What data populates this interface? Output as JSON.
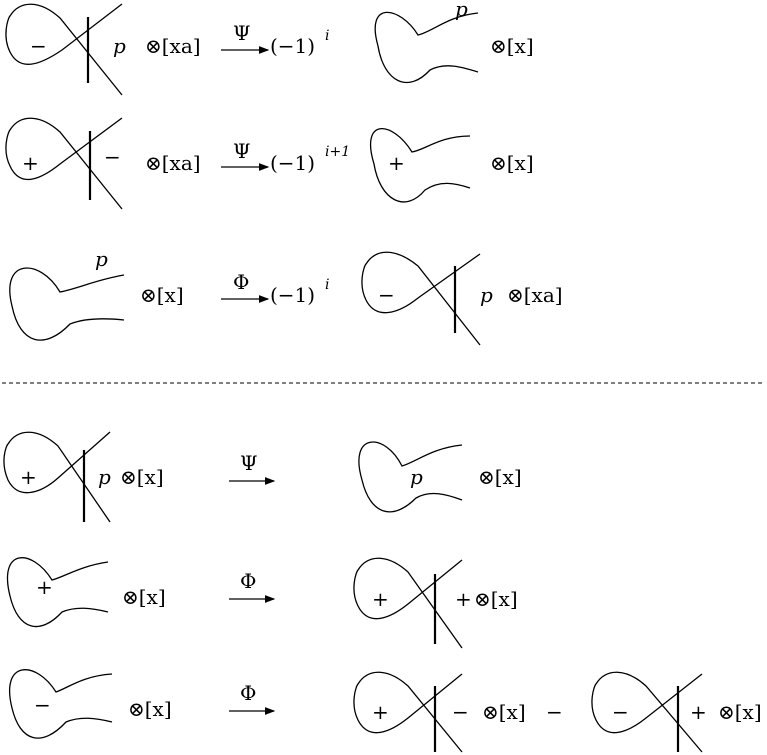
{
  "rows": [
    {
      "left_label": "−",
      "left_strand": "p",
      "left_tensor": "⊗[xa]",
      "map": "Ψ",
      "sign_base": "(−1)",
      "sign_exp": "i",
      "right_label": "p",
      "right_tensor": "⊗[x]"
    },
    {
      "left_label": "+",
      "left_strand": "−",
      "left_tensor": "⊗[xa]",
      "map": "Ψ",
      "sign_base": "(−1)",
      "sign_exp": "i+1",
      "right_label": "+",
      "right_tensor": "⊗[x]"
    },
    {
      "left_label": "p",
      "left_tensor": "⊗[x]",
      "map": "Φ",
      "sign_base": "(−1)",
      "sign_exp": "i",
      "right_label": "−",
      "right_strand": "p",
      "right_tensor": "⊗[xa]"
    },
    {
      "left_label": "+",
      "left_strand": "p",
      "left_tensor": "⊗[x]",
      "map": "Ψ",
      "right_label": "p",
      "right_tensor": "⊗[x]"
    },
    {
      "left_label": "+",
      "left_tensor": "⊗[x]",
      "map": "Φ",
      "right_label": "+",
      "right_strand": "+",
      "right_tensor": "⊗[x]"
    },
    {
      "left_label": "−",
      "left_tensor": "⊗[x]",
      "map": "Φ",
      "right_label": "+",
      "right_strand": "−",
      "right_tensor": "⊗[x]",
      "minus": "−",
      "right2_label": "−",
      "right2_strand": "+",
      "right2_tensor": "⊗[x]"
    }
  ]
}
